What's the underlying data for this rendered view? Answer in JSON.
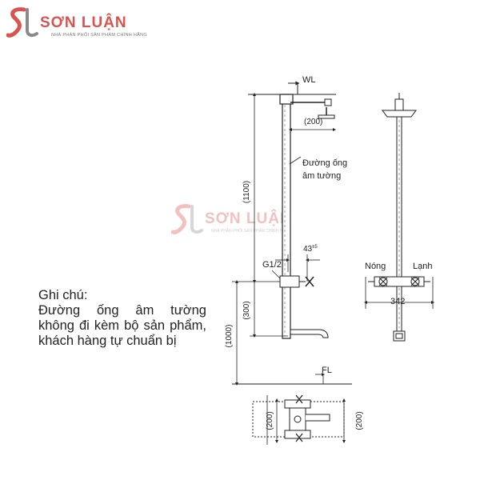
{
  "brand": {
    "name": "SƠN LUẬN",
    "tagline": "NHÀ PHÂN PHỐI SẢN PHẨM CHÍNH HÃNG",
    "accent_color": "#d9534f"
  },
  "note": {
    "title": "Ghi chú:",
    "body": "Đường ống âm tường không đi kèm bộ sản phẩm, khách hàng tự chuẩn bị"
  },
  "labels": {
    "wl": "WL",
    "fl": "FL",
    "pipe_line1": "Đường ống",
    "pipe_line2": "âm tường",
    "g_thread": "G1/2",
    "spacing_base": "43",
    "spacing_tol": "±5",
    "hot": "Nóng",
    "cold": "Lạnh"
  },
  "dimensions": {
    "arm": "(200)",
    "upper": "(1100)",
    "mid": "(300)",
    "lower": "(1000)",
    "width": "342",
    "plan_left": "(200)",
    "plan_right": "(200)"
  }
}
